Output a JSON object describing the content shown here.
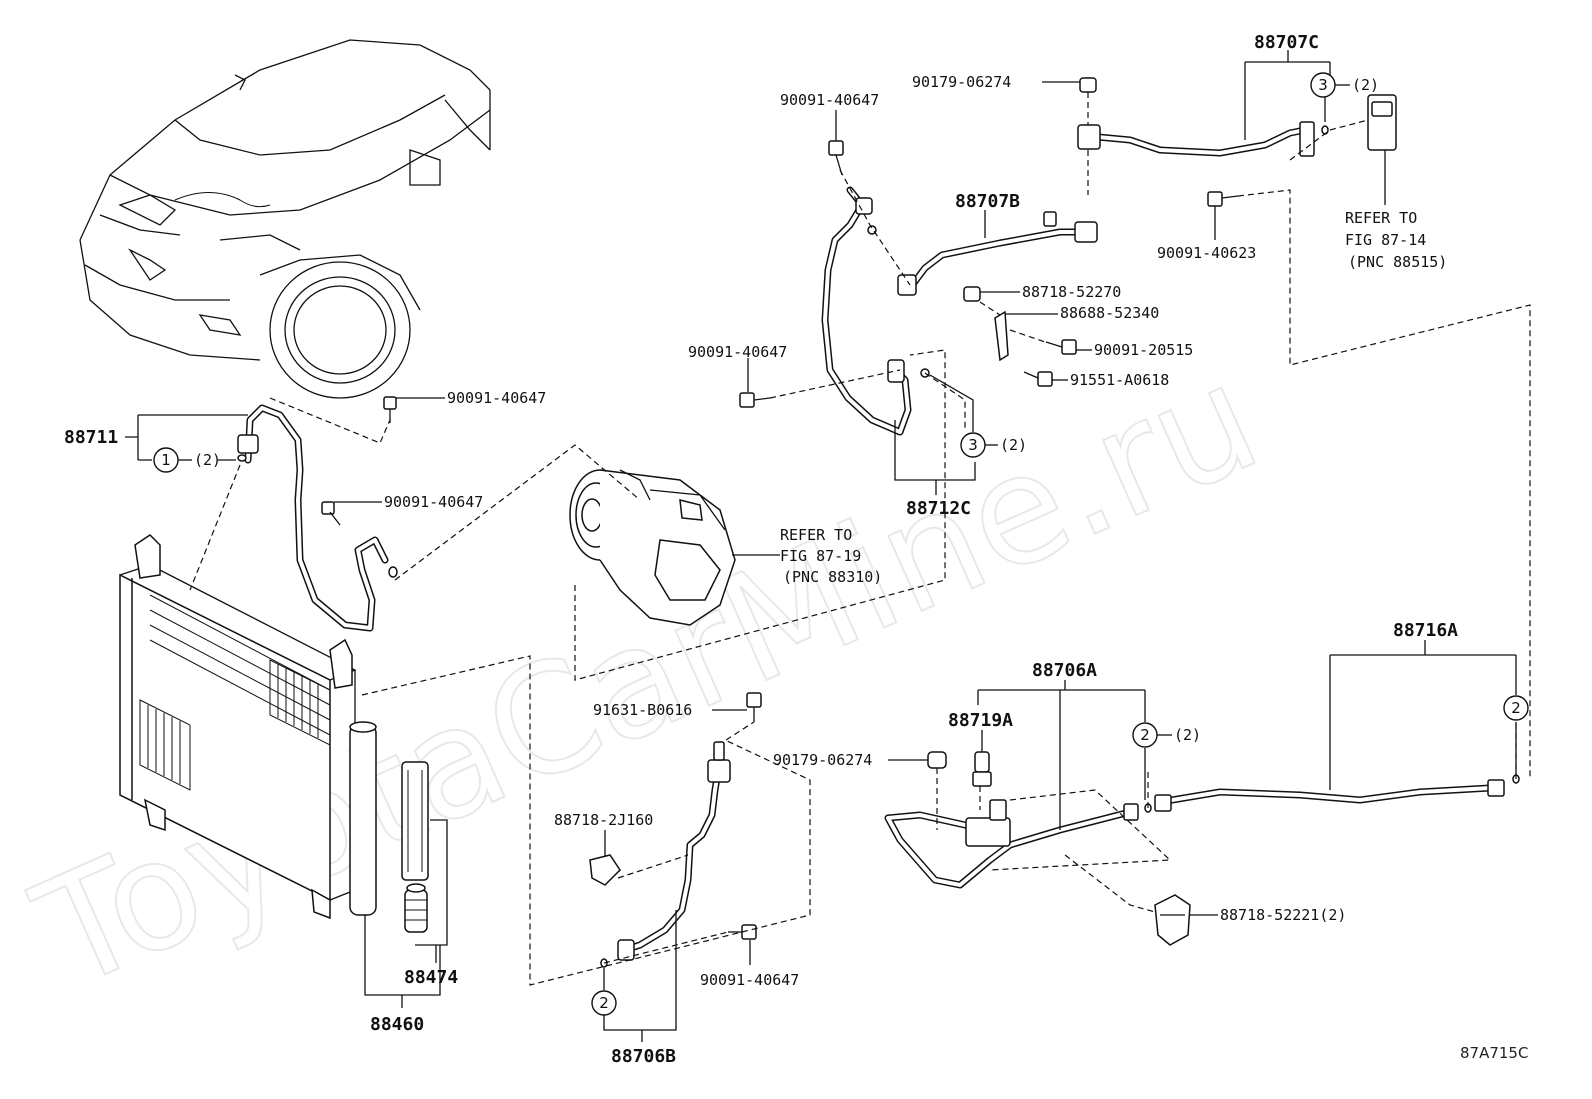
{
  "watermark": "ToyotaCarMine.ru",
  "figure_code": "87A715C",
  "parts": {
    "p88707C": "88707C",
    "p90179_06274_top": "90179-06274",
    "p90091_40647_top": "90091-40647",
    "p88707B": "88707B",
    "p90091_40623": "90091-40623",
    "p88718_52270": "88718-52270",
    "p88688_52340": "88688-52340",
    "p90091_20515": "90091-20515",
    "p90091_40647_mid": "90091-40647",
    "p91551_A0618": "91551-A0618",
    "p88711": "88711",
    "p90091_40647_left1": "90091-40647",
    "p90091_40647_left2": "90091-40647",
    "p88712C": "88712C",
    "p91631_B0616": "91631-B0616",
    "p88706A": "88706A",
    "p88719A": "88719A",
    "p90179_06274_low": "90179-06274",
    "p88716A": "88716A",
    "p88718_2J160": "88718-2J160",
    "p88718_52221": "88718-52221(2)",
    "p90091_40647_low": "90091-40647",
    "p88474": "88474",
    "p88460": "88460",
    "p88706B": "88706B"
  },
  "refs": {
    "ref1": {
      "line1": "REFER TO",
      "line2": "FIG 87-14",
      "line3": "(PNC 88515)"
    },
    "ref2": {
      "line1": "REFER TO",
      "line2": "FIG 87-19",
      "line3": "(PNC 88310)"
    }
  },
  "callouts": {
    "c1": {
      "num": "1",
      "qty": "(2)"
    },
    "c3a": {
      "num": "3",
      "qty": "(2)"
    },
    "c3b": {
      "num": "3",
      "qty": "(2)"
    },
    "c2a": {
      "num": "2",
      "qty": "(2)"
    },
    "c2b": {
      "num": "2",
      "qty": ""
    },
    "c2c": {
      "num": "2",
      "qty": ""
    }
  }
}
